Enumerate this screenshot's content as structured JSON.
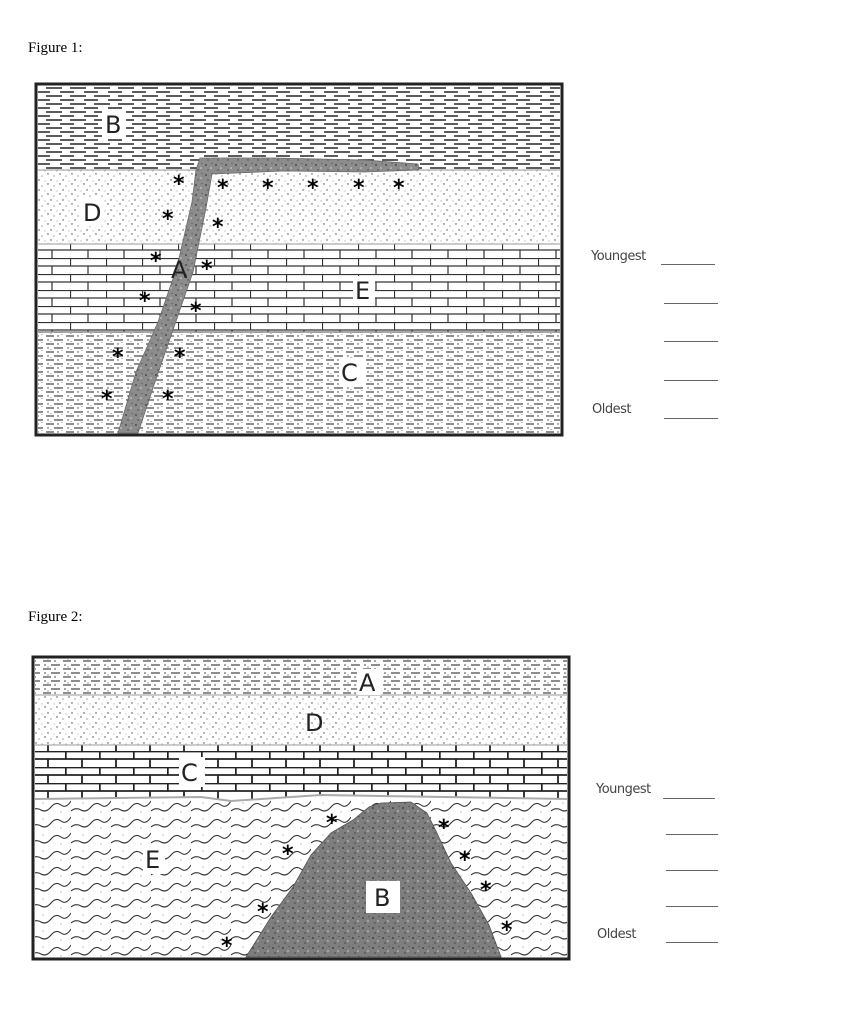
{
  "figure1": {
    "title": "Figure 1:",
    "layer_labels": {
      "b": "B",
      "d": "D",
      "a": "A",
      "e": "E",
      "c": "C"
    },
    "answer": {
      "youngest": "Youngest",
      "oldest": "Oldest"
    }
  },
  "figure2": {
    "title": "Figure 2:",
    "layer_labels": {
      "a": "A",
      "d": "D",
      "c": "C",
      "e": "E",
      "b": "B"
    },
    "answer": {
      "youngest": "Youngest",
      "oldest": "Oldest"
    }
  },
  "contact_symbol": "*"
}
